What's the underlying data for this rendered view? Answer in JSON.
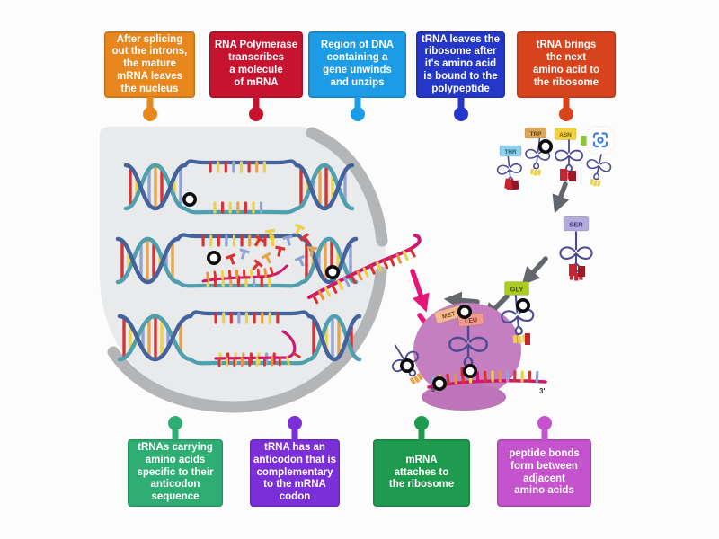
{
  "labels": {
    "top": [
      {
        "text": "After splicing\nout the introns,\nthe mature\nmRNA leaves\nthe nucleus",
        "color": "#e8871d"
      },
      {
        "text": "RNA Polymerase\ntranscribes\na molecule\nof mRNA",
        "color": "#c51330"
      },
      {
        "text": "Region of DNA\ncontaining a\ngene unwinds\nand unzips",
        "color": "#1b9ce4"
      },
      {
        "text": "tRNA leaves the\nribosome after\nit's amino acid\nis bound to the\npolypeptide",
        "color": "#2537c8"
      },
      {
        "text": "tRNA brings\nthe next\namino acid to\nthe ribosome",
        "color": "#d7431c"
      }
    ],
    "bottom": [
      {
        "text": "tRNAs carrying\namino acids\nspecific to their\nanticodon\nsequence",
        "color": "#2fae74"
      },
      {
        "text": "tRNA has an\nanticodon that is\ncomplementary\nto the mRNA\ncodon",
        "color": "#7b2fd8"
      },
      {
        "text": "mRNA\nattaches to\nthe ribosome",
        "color": "#1f9b4f"
      },
      {
        "text": "peptide bonds\nform between\nadjacent\namino acids",
        "color": "#c653ce"
      }
    ]
  },
  "diagram": {
    "amino_chips": [
      {
        "label": "THR",
        "bg": "#8ed0ea",
        "fg": "#1e5d7a"
      },
      {
        "label": "TRP",
        "bg": "#d9a85c",
        "fg": "#6b4512"
      },
      {
        "label": "ASN",
        "bg": "#f2d23c",
        "fg": "#6a5a10"
      },
      {
        "label": "SER",
        "bg": "#b3abdc",
        "fg": "#443a78"
      },
      {
        "label": "GLY",
        "bg": "#abcc21",
        "fg": "#42500a"
      },
      {
        "label": "MET",
        "bg": "#f2bb94",
        "fg": "#7a4520"
      },
      {
        "label": "LEU",
        "bg": "#ef9a8c",
        "fg": "#7c352c"
      }
    ],
    "five_prime": "5'",
    "three_prime": "3'",
    "colors": {
      "nucleus_fill": "#e9eaeb",
      "nuclear_membrane": "#b4b5b7",
      "dna_strand_blue": "#44639c",
      "dna_strand_teal": "#4f9fae",
      "mrna": "#cf1670",
      "ribosome": "#c57ec0",
      "trna_outline": "#4b4b93",
      "arrow_gray": "#63676b",
      "arrow_pink": "#e5187a"
    },
    "answer_dot_count": 9
  }
}
